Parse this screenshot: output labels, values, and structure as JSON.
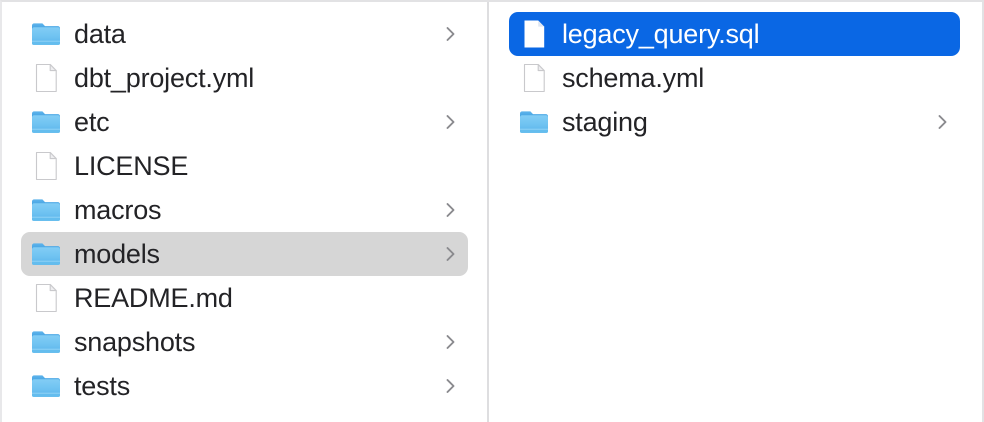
{
  "app": {
    "name": "Finder",
    "view_mode": "column",
    "accent_color": "#0a67e4",
    "selection_inactive_color": "#d6d6d6",
    "text_color": "#232326",
    "selected_text_color": "#ffffff",
    "divider_color": "#dedee0"
  },
  "columns": [
    {
      "name": "parent-column",
      "items": [
        {
          "label": "data",
          "kind": "folder",
          "icon": "folder-icon",
          "has_chevron": true,
          "selected": false,
          "selection_style": "none"
        },
        {
          "label": "dbt_project.yml",
          "kind": "file",
          "icon": "document-icon",
          "has_chevron": false,
          "selected": false,
          "selection_style": "none"
        },
        {
          "label": "etc",
          "kind": "folder",
          "icon": "folder-icon",
          "has_chevron": true,
          "selected": false,
          "selection_style": "none"
        },
        {
          "label": "LICENSE",
          "kind": "file",
          "icon": "document-icon",
          "has_chevron": false,
          "selected": false,
          "selection_style": "none"
        },
        {
          "label": "macros",
          "kind": "folder",
          "icon": "folder-icon",
          "has_chevron": true,
          "selected": false,
          "selection_style": "none"
        },
        {
          "label": "models",
          "kind": "folder",
          "icon": "folder-icon",
          "has_chevron": true,
          "selected": true,
          "selection_style": "gray"
        },
        {
          "label": "README.md",
          "kind": "file",
          "icon": "document-icon",
          "has_chevron": false,
          "selected": false,
          "selection_style": "none"
        },
        {
          "label": "snapshots",
          "kind": "folder",
          "icon": "folder-icon",
          "has_chevron": true,
          "selected": false,
          "selection_style": "none"
        },
        {
          "label": "tests",
          "kind": "folder",
          "icon": "folder-icon",
          "has_chevron": true,
          "selected": false,
          "selection_style": "none"
        }
      ]
    },
    {
      "name": "child-column",
      "items": [
        {
          "label": "legacy_query.sql",
          "kind": "file",
          "icon": "document-icon",
          "has_chevron": false,
          "selected": true,
          "selection_style": "blue"
        },
        {
          "label": "schema.yml",
          "kind": "file",
          "icon": "document-icon",
          "has_chevron": false,
          "selected": false,
          "selection_style": "none"
        },
        {
          "label": "staging",
          "kind": "folder",
          "icon": "folder-icon",
          "has_chevron": true,
          "selected": false,
          "selection_style": "none"
        }
      ]
    }
  ]
}
